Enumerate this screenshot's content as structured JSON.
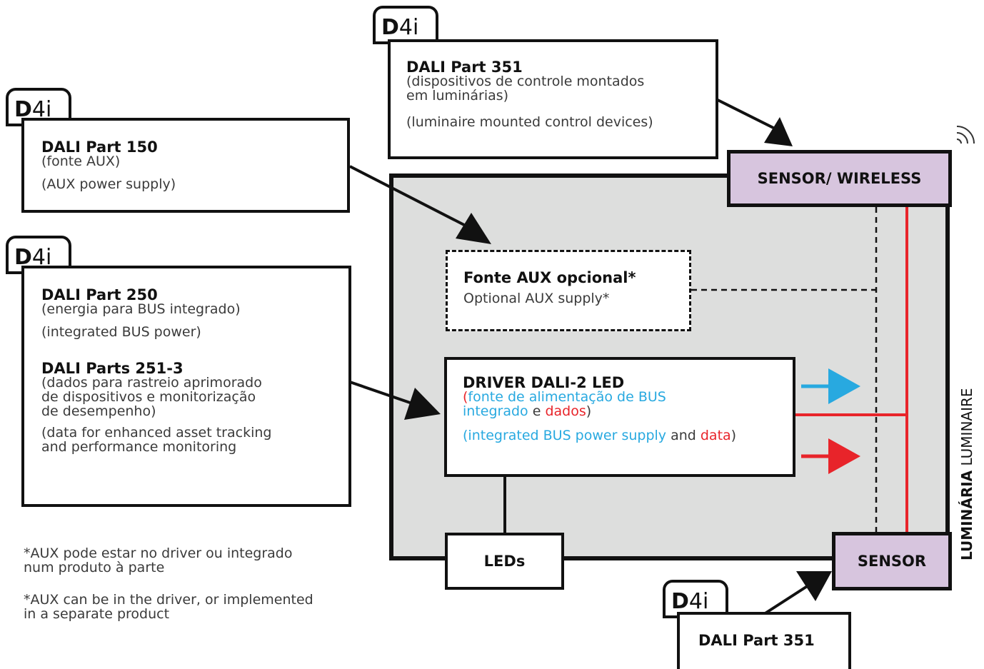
{
  "colors": {
    "luminaire_fill": "#dddedd",
    "sensor_fill": "#d7c5de",
    "blue": "#28a9e0",
    "red": "#e8242a"
  },
  "tags": {
    "d": "D",
    "rest": "4i"
  },
  "part351_top": {
    "title": "DALI Part 351",
    "pt_line1": "(dispositivos de controle montados",
    "pt_line2": "em luminárias)",
    "en": "(luminaire mounted control devices)"
  },
  "part150": {
    "title": "DALI Part 150",
    "pt": "(fonte AUX)",
    "en": "(AUX power supply)"
  },
  "part250": {
    "title": "DALI Part 250",
    "pt": "(energia para BUS integrado)",
    "en": "(integrated BUS power)",
    "title2": "DALI Parts 251-3",
    "pt2_line1": "(dados para rastreio aprimorado",
    "pt2_line2": "de dispositivos e monitorização",
    "pt2_line3": "de desempenho)",
    "en2_line1": "(data for enhanced asset tracking",
    "en2_line2": "and performance monitoring"
  },
  "footnote": {
    "pt_line1": "*AUX pode estar no driver ou integrado",
    "pt_line2": "num produto à parte",
    "en_line1": "*AUX can be in the driver, or implemented",
    "en_line2": "in a separate product"
  },
  "aux": {
    "title": "Fonte AUX opcional*",
    "en": "Optional AUX supply*"
  },
  "driver": {
    "title": "DRIVER DALI-2 LED",
    "open_paren": "(",
    "blue_pt1": "fonte de alimentação de BUS",
    "blue_pt2": "integrado",
    "and_pt": " e ",
    "red_pt": "dados",
    "close_paren": ")",
    "blue_en": "integrated BUS power supply",
    "and_en": " and ",
    "red_en": "data"
  },
  "sensor_wireless": "SENSOR/ WIRELESS",
  "sensor": "SENSOR",
  "leds": "LEDs",
  "luminaire_label_bold": "LUMINÁRIA",
  "luminaire_label": "LUMINAIRE",
  "part351_bottom": {
    "title": "DALI Part 351"
  }
}
